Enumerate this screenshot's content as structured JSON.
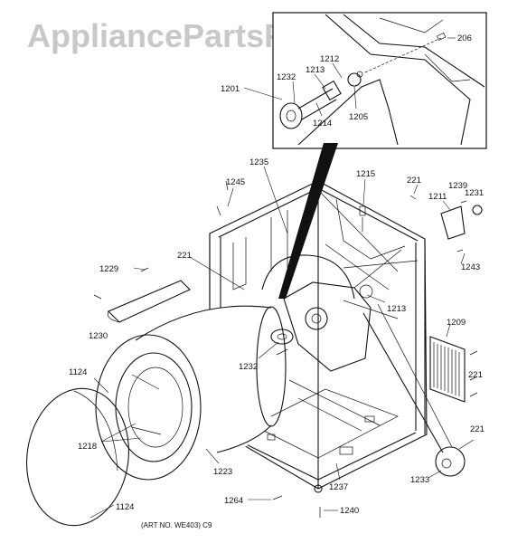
{
  "watermark": "AppliancePartsPros.com",
  "caption": "(ART NO. WE403)  C9",
  "labels": {
    "l206": "206",
    "l1201": "1201",
    "l1232a": "1232",
    "l1213a": "1213",
    "l1212": "1212",
    "l1214": "1214",
    "l1205": "1205",
    "l1235": "1235",
    "l1215": "1215",
    "l221a": "221",
    "l1239": "1239",
    "l1211": "1211",
    "l1231": "1231",
    "l1245": "1245",
    "l221b": "221",
    "l1229": "1229",
    "l1243": "1243",
    "l1213b": "1213",
    "l1230": "1230",
    "l1209": "1209",
    "l1232b": "1232",
    "l221c": "221",
    "l1124a": "1124",
    "l1218": "1218",
    "l221d": "221",
    "l1223": "1223",
    "l1237": "1237",
    "l1233": "1233",
    "l1124b": "1124",
    "l1264": "1264",
    "l1240": "1240"
  }
}
